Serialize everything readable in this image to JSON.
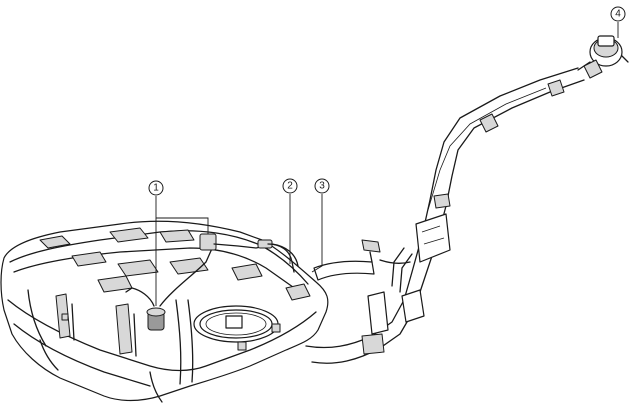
{
  "diagram": {
    "callouts": [
      {
        "id": "1",
        "label": "1"
      },
      {
        "id": "2",
        "label": "2"
      },
      {
        "id": "3",
        "label": "3"
      },
      {
        "id": "4",
        "label": "4"
      }
    ],
    "parts_shown": [
      "fuel-tank",
      "fuel-pump-assembly",
      "filler-pipe",
      "filler-cap",
      "vapor-hose",
      "fuel-line"
    ]
  }
}
